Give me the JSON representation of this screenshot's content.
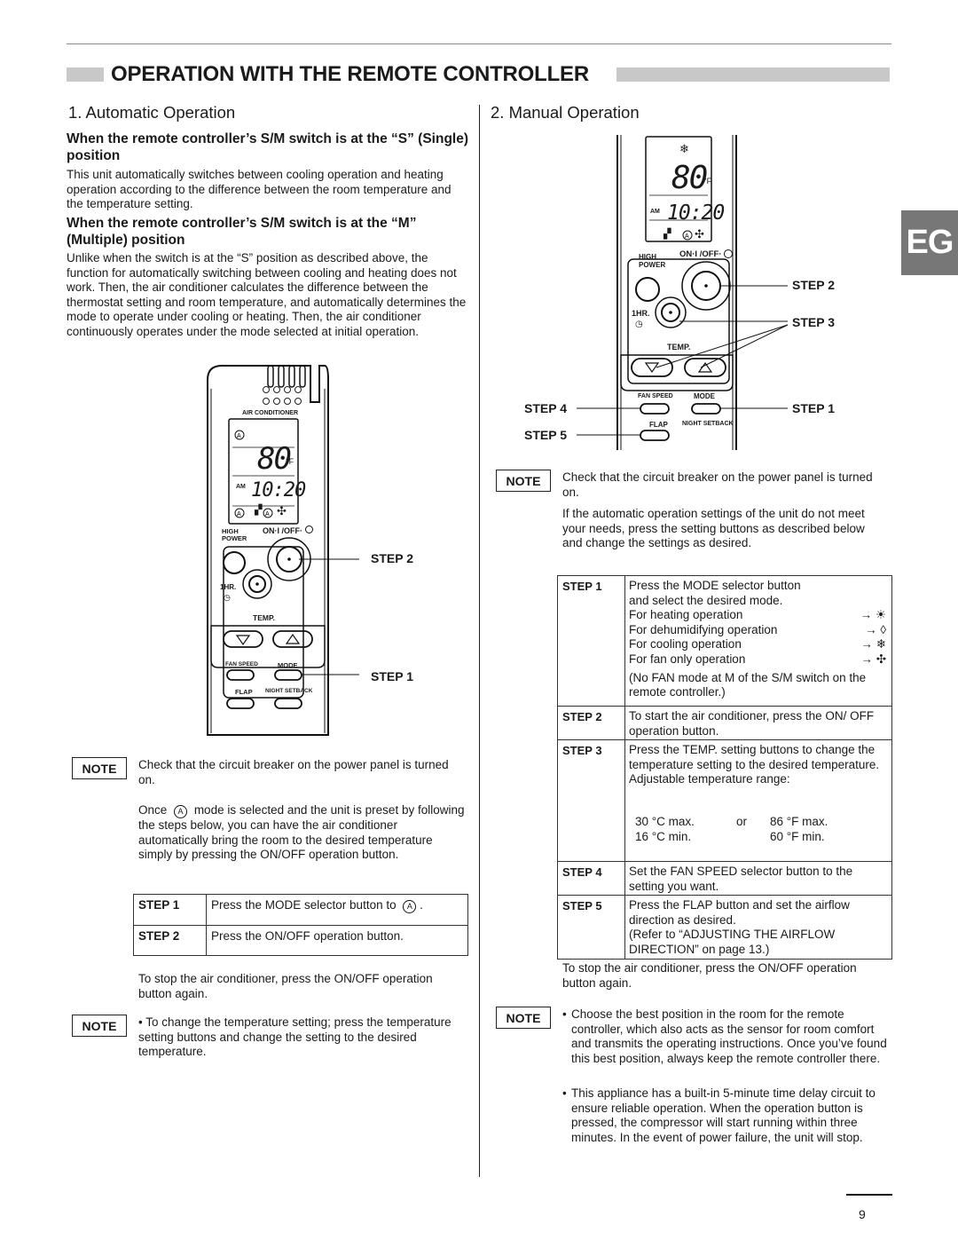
{
  "header": {
    "title": "OPERATION WITH THE REMOTE CONTROLLER"
  },
  "side_tab": "EG",
  "left": {
    "heading": "1.  Automatic Operation",
    "sub1": "When the remote controller’s S/M switch is at the “S” (Single) position",
    "para1": "This unit automatically switches between cooling operation and heating operation according to the difference between the room temperature and the temperature setting.",
    "sub2": "When the remote controller’s S/M switch is at the “M” (Multiple) position",
    "para2": "Unlike when the switch is at the “S” position as described above, the function for automatically switching between cooling and heating does not work. Then, the air conditioner calculates the difference between the thermostat setting and room temperature, and automatically determines the mode to operate under cooling or heating. Then, the air conditioner continuously operates under the mode selected at initial operation.",
    "remote": {
      "brand_label": "AIR CONDITIONER",
      "temp_display": "80",
      "temp_unit": "°F",
      "am": "AM",
      "time": "10:20",
      "high_power_1": "HIGH",
      "high_power_2": "POWER",
      "onoff": "ON·I /OFF·",
      "one_hr": "1HR.",
      "temp_label": "TEMP.",
      "fan_speed": "FAN SPEED",
      "mode": "MODE",
      "flap": "FLAP",
      "night_setback": "NIGHT SETBACK"
    },
    "callout_step2": "STEP 2",
    "callout_step1": "STEP 1",
    "note_label": "NOTE",
    "note1_text": "Check that the circuit breaker on the power panel is turned on.",
    "once_before": "Once",
    "once_after": "mode is selected and the unit is preset by following the steps below, you can have the air conditioner automatically bring the room to the desired temperature simply by pressing the ON/OFF operation button.",
    "steps": [
      {
        "label": "STEP 1",
        "text": "Press the MODE selector button to"
      },
      {
        "label": "STEP 2",
        "text": "Press the ON/OFF operation button."
      }
    ],
    "stop_text": "To stop the air conditioner, press the ON/OFF operation button again.",
    "note2_text": "• To change the temperature setting; press the temperature setting buttons and change the setting to the desired temperature."
  },
  "right": {
    "heading": "2.  Manual Operation",
    "callouts": {
      "step2": "STEP 2",
      "step3": "STEP 3",
      "step4": "STEP 4",
      "step1": "STEP 1",
      "step5": "STEP 5"
    },
    "note_label": "NOTE",
    "note1_text": "Check that the circuit breaker on the power panel is turned on.",
    "para": "If the automatic operation settings of the unit do not meet your needs, press the setting buttons as described below and change the settings as desired.",
    "steps": {
      "s1_label": "STEP 1",
      "s1_line1": "Press the MODE selector button",
      "s1_line2": "and select the desired mode.",
      "modes": [
        {
          "text": "For heating operation",
          "icon": "sun-icon"
        },
        {
          "text": "For dehumidifying operation",
          "icon": "drop-icon"
        },
        {
          "text": "For cooling operation",
          "icon": "snowflake-icon"
        },
        {
          "text": "For fan only operation",
          "icon": "fan-icon"
        }
      ],
      "arrow": "→",
      "s1_note": "(No FAN mode at M of the S/M switch on the remote controller.)",
      "s2_label": "STEP 2",
      "s2_text": "To start the air conditioner, press the ON/ OFF operation button.",
      "s3_label": "STEP 3",
      "s3_text": "Press the TEMP. setting buttons to change the temperature setting to the desired temperature.",
      "s3_range": "Adjustable temperature range:",
      "r1c1": "30 °C max.",
      "r1c2": "or",
      "r1c3": "86 °F max.",
      "r2c1": "16 °C min.",
      "r2c3": "60 °F min.",
      "s4_label": "STEP 4",
      "s4_text": "Set the FAN SPEED selector button to the setting you want.",
      "s5_label": "STEP 5",
      "s5_text1": "Press the FLAP button and set the airflow direction as desired.",
      "s5_text2": "(Refer to “ADJUSTING THE AIRFLOW DIRECTION” on page 13.)"
    },
    "stop_text": "To stop the air conditioner, press the ON/OFF operation button again.",
    "note2_b1": "Choose the best position in the room for the remote controller, which also acts as the sensor for room comfort and transmits the operating instructions. Once you’ve found this best position, always keep the remote controller there.",
    "note2_b2": "This appliance has a built-in 5-minute time delay circuit to ensure reliable operation. When the operation button is pressed, the compressor will start running within three minutes. In the event of power failure, the unit will stop.",
    "bullet": "•"
  },
  "page_number": "9"
}
